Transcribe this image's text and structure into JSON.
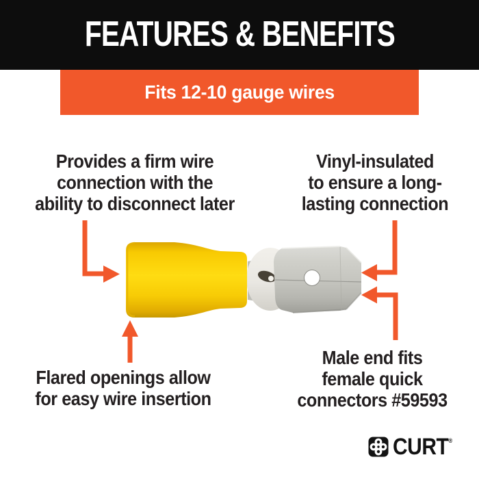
{
  "header": {
    "title": "FEATURES & BENEFITS",
    "bg_color": "#0D0D0D",
    "text_color": "#FFFFFF"
  },
  "banner": {
    "text": "Fits 12-10 gauge wires",
    "bg_color": "#F1582B",
    "text_color": "#FFFFFF"
  },
  "callouts": {
    "top_left": {
      "lines": [
        "Provides a firm wire",
        "connection with the",
        "ability to disconnect later"
      ]
    },
    "top_right": {
      "lines": [
        "Vinyl-insulated",
        "to ensure a long-",
        "lasting connection"
      ]
    },
    "bottom_left": {
      "lines": [
        "Flared openings allow",
        "for easy wire insertion"
      ]
    },
    "bottom_right": {
      "lines": [
        "Male end fits",
        "female quick",
        "connectors #59593"
      ]
    }
  },
  "illustration": {
    "subject": "yellow vinyl-insulated male quick-disconnect terminal",
    "colors": {
      "sleeve_yellow": "#FFD90A",
      "metal_gray": "#C6C6C0",
      "insert_white": "#EAE8E3",
      "arrow_orange": "#F1582B",
      "text_dark": "#231F20"
    }
  },
  "icons": {
    "brand_mark": "curt-clover-icon",
    "callout_arrows": "orange-elbow-arrows"
  },
  "footer": {
    "brand": "CURT",
    "trademark": "®"
  }
}
